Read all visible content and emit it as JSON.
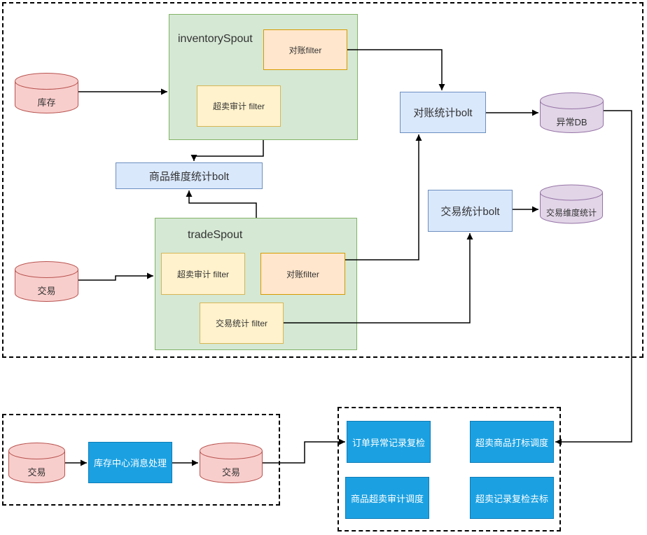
{
  "colors": {
    "spout_fill": "#d5e8d4",
    "spout_stroke": "#82b366",
    "filter_yellow_fill": "#fff2cc",
    "filter_yellow_stroke": "#d6b656",
    "filter_orange_fill": "#ffe6cc",
    "filter_orange_stroke": "#d79b00",
    "bolt_fill": "#dae8fc",
    "bolt_stroke": "#6c8ebf",
    "db_red_fill": "#f8cecc",
    "db_red_stroke": "#b85450",
    "db_purple_fill": "#e1d5e7",
    "db_purple_stroke": "#9673a6",
    "task_fill": "#1ba1e2",
    "task_stroke": "#0e7cb8",
    "task_text": "#ffffff",
    "connector": "#000000"
  },
  "top_section": {
    "inventory_db": "库存",
    "trade_db": "交易",
    "inventory_spout": {
      "title": "inventorySpout",
      "reconcile_filter": "对账filter",
      "oversold_audit_filter": "超卖审计 filter"
    },
    "trade_spout": {
      "title": "tradeSpout",
      "oversold_audit_filter": "超卖审计 filter",
      "reconcile_filter": "对账filter",
      "trade_stats_filter": "交易统计 filter"
    },
    "product_dim_stats_bolt": "商品维度统计bolt",
    "reconcile_stats_bolt": "对账统计bolt",
    "abnormal_db": "异常DB",
    "trade_stats_bolt": "交易统计bolt",
    "trade_dim_stats_db": "交易维度统计"
  },
  "bottom_left_section": {
    "trade_db_in": "交易",
    "inventory_center_processor": "库存中心消息处理",
    "trade_db_out": "交易"
  },
  "bottom_right_section": {
    "order_abnormal_recheck": "订单异常记录复检",
    "oversold_item_tagging_schedule": "超卖商品打标调度",
    "item_oversold_audit_schedule": "商品超卖审计调度",
    "oversold_record_recheck_untag": "超卖记录复检去标"
  },
  "connections": [
    {
      "from": "库存",
      "to": "inventorySpout"
    },
    {
      "from": "交易",
      "to": "tradeSpout"
    },
    {
      "from": "inventorySpout 对账filter",
      "to": "对账统计bolt"
    },
    {
      "from": "inventorySpout",
      "to": "商品维度统计bolt"
    },
    {
      "from": "tradeSpout",
      "to": "商品维度统计bolt"
    },
    {
      "from": "tradeSpout 对账filter",
      "to": "对账统计bolt"
    },
    {
      "from": "tradeSpout 交易统计 filter",
      "to": "交易统计bolt"
    },
    {
      "from": "对账统计bolt",
      "to": "异常DB"
    },
    {
      "from": "交易统计bolt",
      "to": "交易维度统计"
    },
    {
      "from": "异常DB",
      "to": "超卖商品打标调度"
    },
    {
      "from": "交易",
      "to": "库存中心消息处理"
    },
    {
      "from": "库存中心消息处理",
      "to": "交易"
    },
    {
      "from": "交易",
      "to": "订单异常记录复检"
    }
  ]
}
